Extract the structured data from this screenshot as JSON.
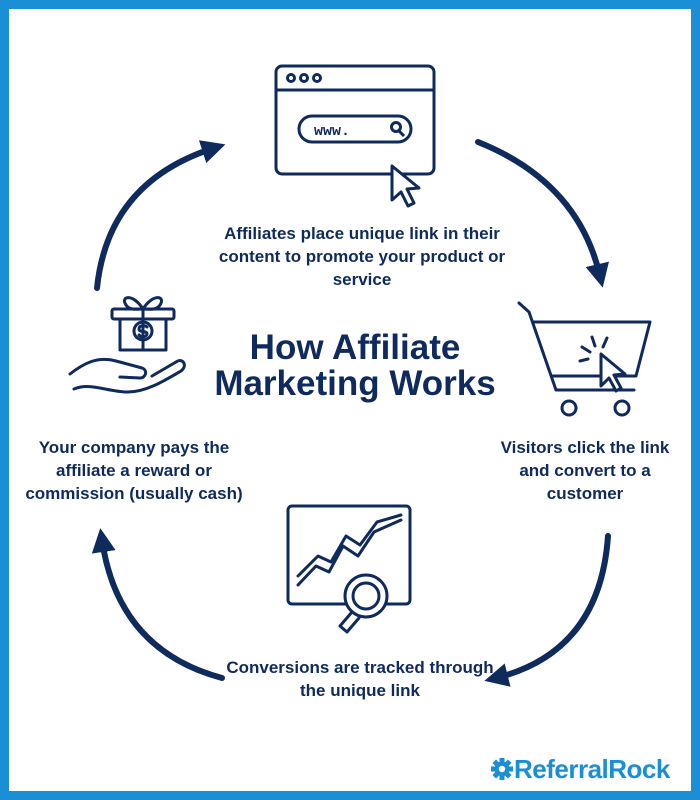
{
  "title": "How Affiliate Marketing Works",
  "steps": [
    {
      "icon": "browser-window-icon",
      "text": "Affiliates place unique link in their content to promote your product or service"
    },
    {
      "icon": "shopping-cart-icon",
      "text": "Visitors click the link and convert to a customer"
    },
    {
      "icon": "analytics-magnifier-icon",
      "text": "Conversions are tracked through the unique link"
    },
    {
      "icon": "hand-gift-icon",
      "text": "Your company pays the affiliate a reward or commission (usually cash)"
    }
  ],
  "browser_address_text": "www.",
  "brand": {
    "name": "ReferralRock",
    "icon": "gear-logo-icon"
  },
  "colors": {
    "navy": "#0f2a5c",
    "brand_blue": "#1a8fd6",
    "frame": "#1a8fd6",
    "background": "#ffffff"
  }
}
